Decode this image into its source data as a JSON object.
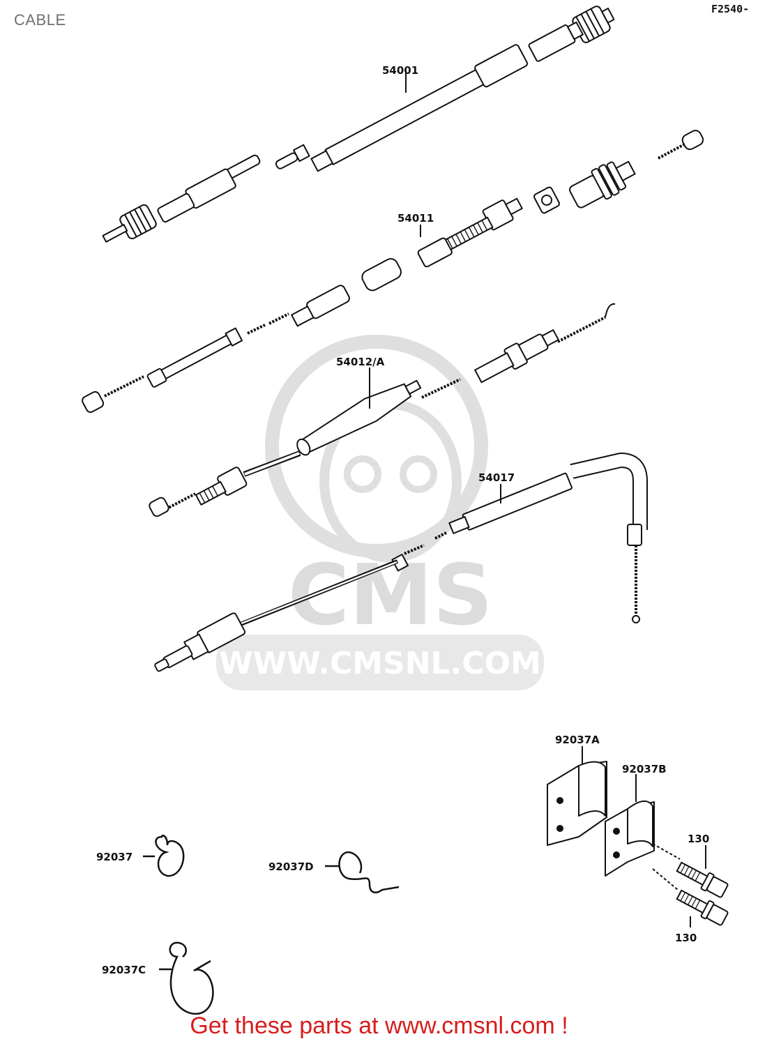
{
  "page": {
    "title": "CABLE",
    "figure_code": "F2540-"
  },
  "watermark": {
    "brand": "CMS",
    "url": "WWW.CMSNL.COM"
  },
  "parts": {
    "speedometer_cable": "54001",
    "throttle_cable": "54011",
    "clutch_cable": "54012/A",
    "choke_cable": "54017",
    "clamp_a": "92037A",
    "clamp_b": "92037B",
    "clamp": "92037",
    "clamp_d": "92037D",
    "clamp_c": "92037C",
    "bolt_upper": "130",
    "bolt_lower": "130"
  },
  "footer": {
    "link_text": "Get these parts at www.cmsnl.com !"
  },
  "colors": {
    "line": "#111111",
    "watermark": "#d9d9d9",
    "footer": "#d81c1c"
  }
}
